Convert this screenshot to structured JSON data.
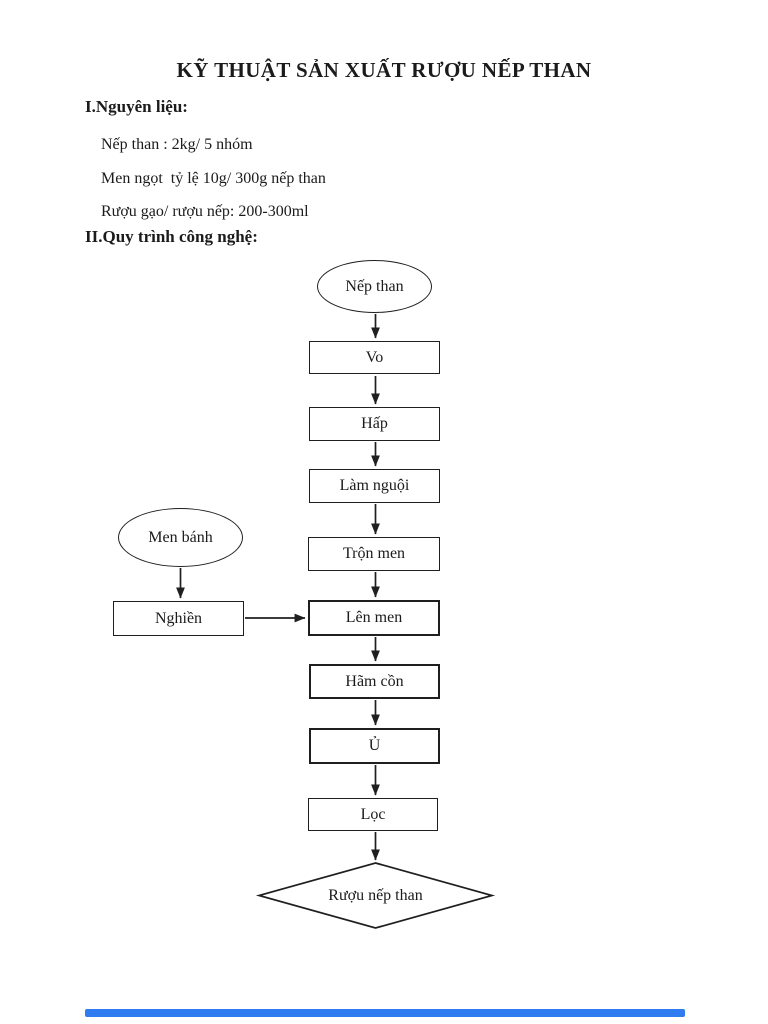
{
  "document": {
    "title": "KỸ THUẬT SẢN XUẤT RƯỢU NẾP THAN",
    "section1_heading": "I.Nguyên liệu:",
    "ingredients": [
      "Nếp than : 2kg/ 5 nhóm",
      "Men ngọt  tỷ lệ 10g/ 300g nếp than",
      "Rượu gạo/ rượu nếp: 200-300ml"
    ],
    "section2_heading": "II.Quy trình công nghệ:"
  },
  "flowchart": {
    "start_node": "Nếp than",
    "steps": [
      "Vo",
      "Hấp",
      "Làm nguội",
      "Trộn men",
      "Lên men",
      "Hãm cồn",
      "Ủ",
      "Lọc"
    ],
    "side_input_node": "Men bánh",
    "side_step": "Nghiền",
    "end_node": "Rượu nếp than"
  },
  "colors": {
    "ink": "#1b1b1b",
    "bottom_bar": "#2e7cf0"
  }
}
